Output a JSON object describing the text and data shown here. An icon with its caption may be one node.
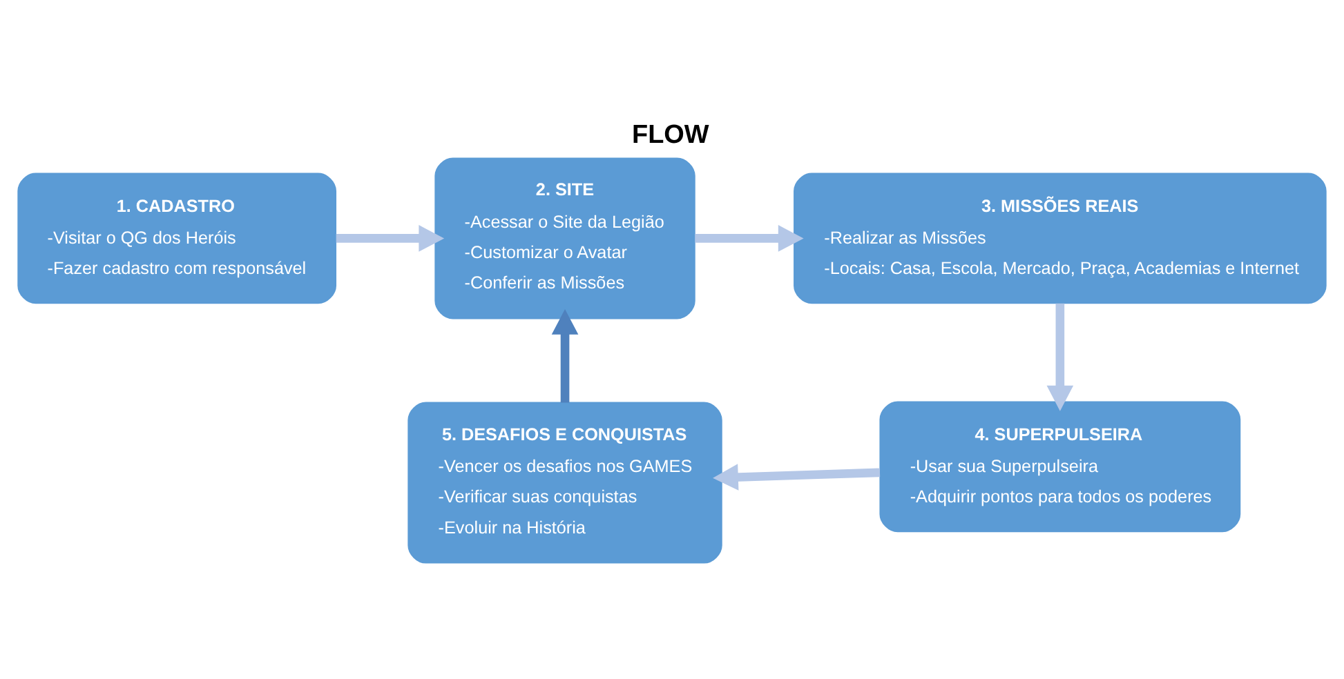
{
  "diagram": {
    "title": "FLOW",
    "nodes": [
      {
        "text": [
          "1. CADASTRO",
          "-Visitar o QG dos Heróis",
          "-Fazer cadastro com responsável"
        ]
      },
      {
        "text": [
          "2. SITE",
          "-Acessar o Site da Legião",
          "-Customizar o Avatar",
          "-Conferir as Missões"
        ]
      },
      {
        "text": [
          "3. MISSÕES REAIS",
          "-Realizar as Missões",
          "-Locais: Casa, Escola, Mercado, Praça, Academias e Internet"
        ]
      },
      {
        "text": [
          "4. SUPERPULSEIRA",
          "-Usar sua Superpulseira",
          "-Adquirir pontos para todos os poderes"
        ]
      },
      {
        "text": [
          "5. DESAFIOS E CONQUISTAS",
          "-Vencer os desafios nos GAMES",
          "-Verificar suas conquistas",
          "-Evoluir na História"
        ]
      }
    ],
    "edges": [
      {
        "from": 0,
        "to": 1,
        "arrow": "to"
      },
      {
        "from": 1,
        "to": 2,
        "arrow": "to"
      },
      {
        "from": 2,
        "to": 3,
        "arrow": "to"
      },
      {
        "from": 3,
        "to": 4,
        "arrow": "to"
      },
      {
        "from": 4,
        "to": 1,
        "arrow": "to",
        "color": "#4f81bd"
      }
    ]
  }
}
